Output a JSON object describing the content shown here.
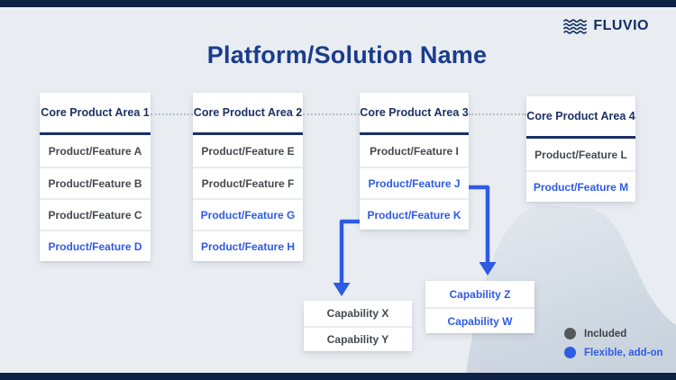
{
  "title": {
    "text": "Platform/Solution Name"
  },
  "logo": {
    "name": "FLUVIO"
  },
  "columns": [
    {
      "header": "Core Product Area 1",
      "features": [
        {
          "label": "Product/Feature A",
          "type": "included"
        },
        {
          "label": "Product/Feature B",
          "type": "included"
        },
        {
          "label": "Product/Feature C",
          "type": "included"
        },
        {
          "label": "Product/Feature D",
          "type": "flexible-addon"
        }
      ]
    },
    {
      "header": "Core Product Area 2",
      "features": [
        {
          "label": "Product/Feature E",
          "type": "included"
        },
        {
          "label": "Product/Feature F",
          "type": "included"
        },
        {
          "label": "Product/Feature G",
          "type": "flexible-addon"
        },
        {
          "label": "Product/Feature H",
          "type": "flexible-addon"
        }
      ]
    },
    {
      "header": "Core Product Area 3",
      "features": [
        {
          "label": "Product/Feature I",
          "type": "included"
        },
        {
          "label": "Product/Feature J",
          "type": "flexible-addon"
        },
        {
          "label": "Product/Feature K",
          "type": "flexible-addon"
        }
      ]
    },
    {
      "header": "Core Product Area 4",
      "features": [
        {
          "label": "Product/Feature L",
          "type": "included"
        },
        {
          "label": "Product/Feature M",
          "type": "flexible-addon"
        }
      ]
    }
  ],
  "capability_groups": [
    {
      "items": [
        {
          "label": "Capability X",
          "type": "included"
        },
        {
          "label": "Capability Y",
          "type": "included"
        }
      ]
    },
    {
      "items": [
        {
          "label": "Capability Z",
          "type": "flexible-addon"
        },
        {
          "label": "Capability W",
          "type": "flexible-addon"
        }
      ]
    }
  ],
  "legend": {
    "items": [
      {
        "label": "Included",
        "color": "#54585c"
      },
      {
        "label": "Flexible, add-on",
        "color": "#2e5be4"
      }
    ]
  },
  "colors": {
    "accent_blue": "#2e5be4",
    "navy_underline": "#1b2f66",
    "title_navy": "#1b3c8c",
    "background": "#e9edf1",
    "edge_bar_navy": "#0d2244"
  }
}
